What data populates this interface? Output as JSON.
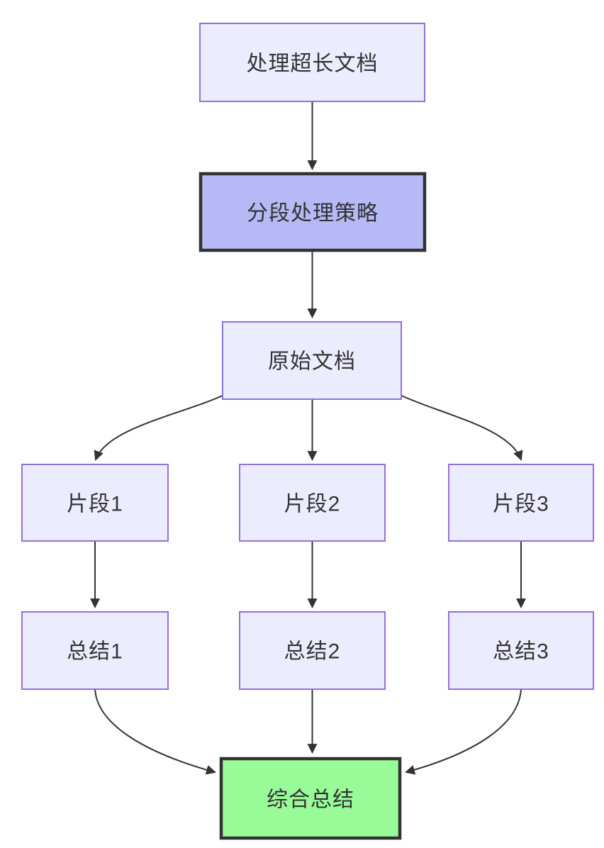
{
  "diagram": {
    "type": "flowchart",
    "direction": "top-down",
    "nodes": [
      {
        "id": "A",
        "label": "处理超长文档",
        "style": "default"
      },
      {
        "id": "B",
        "label": "分段处理策略",
        "style": "highlight"
      },
      {
        "id": "C",
        "label": "原始文档",
        "style": "default"
      },
      {
        "id": "D1",
        "label": "片段1",
        "style": "default"
      },
      {
        "id": "D2",
        "label": "片段2",
        "style": "default"
      },
      {
        "id": "D3",
        "label": "片段3",
        "style": "default"
      },
      {
        "id": "E1",
        "label": "总结1",
        "style": "default"
      },
      {
        "id": "E2",
        "label": "总结2",
        "style": "default"
      },
      {
        "id": "E3",
        "label": "总结3",
        "style": "default"
      },
      {
        "id": "F",
        "label": "综合总结",
        "style": "result"
      }
    ],
    "edges": [
      {
        "from": "A",
        "to": "B"
      },
      {
        "from": "B",
        "to": "C"
      },
      {
        "from": "C",
        "to": "D1"
      },
      {
        "from": "C",
        "to": "D2"
      },
      {
        "from": "C",
        "to": "D3"
      },
      {
        "from": "D1",
        "to": "E1"
      },
      {
        "from": "D2",
        "to": "E2"
      },
      {
        "from": "D3",
        "to": "E3"
      },
      {
        "from": "E1",
        "to": "F"
      },
      {
        "from": "E2",
        "to": "F"
      },
      {
        "from": "E3",
        "to": "F"
      }
    ],
    "colors": {
      "background": "#FFFFFF",
      "node_fill": "#ECECFF",
      "node_stroke": "#9370DB",
      "highlight_fill": "#B6B9F5",
      "highlight_stroke": "#333333",
      "result_fill": "#98FB98",
      "result_stroke": "#333333",
      "edge_stroke": "#333333",
      "text": "#333333"
    }
  }
}
